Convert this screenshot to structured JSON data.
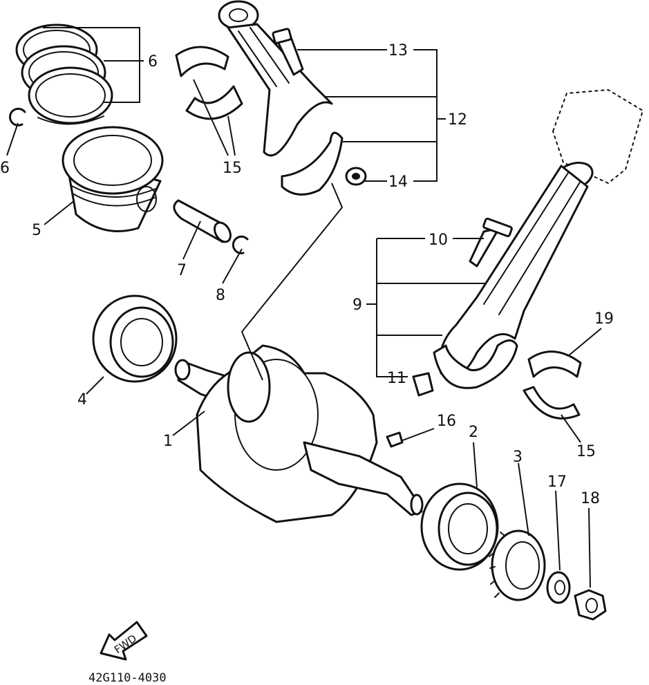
{
  "diagram": {
    "drawing_code": "42G110-4030",
    "fwd_label": "FWD",
    "callouts": [
      {
        "id": "1",
        "text": "1"
      },
      {
        "id": "2",
        "text": "2"
      },
      {
        "id": "3",
        "text": "3"
      },
      {
        "id": "4",
        "text": "4"
      },
      {
        "id": "5",
        "text": "5"
      },
      {
        "id": "6a",
        "text": "6"
      },
      {
        "id": "6b",
        "text": "6"
      },
      {
        "id": "7",
        "text": "7"
      },
      {
        "id": "8",
        "text": "8"
      },
      {
        "id": "9",
        "text": "9"
      },
      {
        "id": "10",
        "text": "10"
      },
      {
        "id": "11",
        "text": "11"
      },
      {
        "id": "12",
        "text": "12"
      },
      {
        "id": "13",
        "text": "13"
      },
      {
        "id": "14",
        "text": "14"
      },
      {
        "id": "15a",
        "text": "15"
      },
      {
        "id": "15b",
        "text": "15"
      },
      {
        "id": "16",
        "text": "16"
      },
      {
        "id": "17",
        "text": "17"
      },
      {
        "id": "18",
        "text": "18"
      },
      {
        "id": "19",
        "text": "19"
      }
    ]
  }
}
